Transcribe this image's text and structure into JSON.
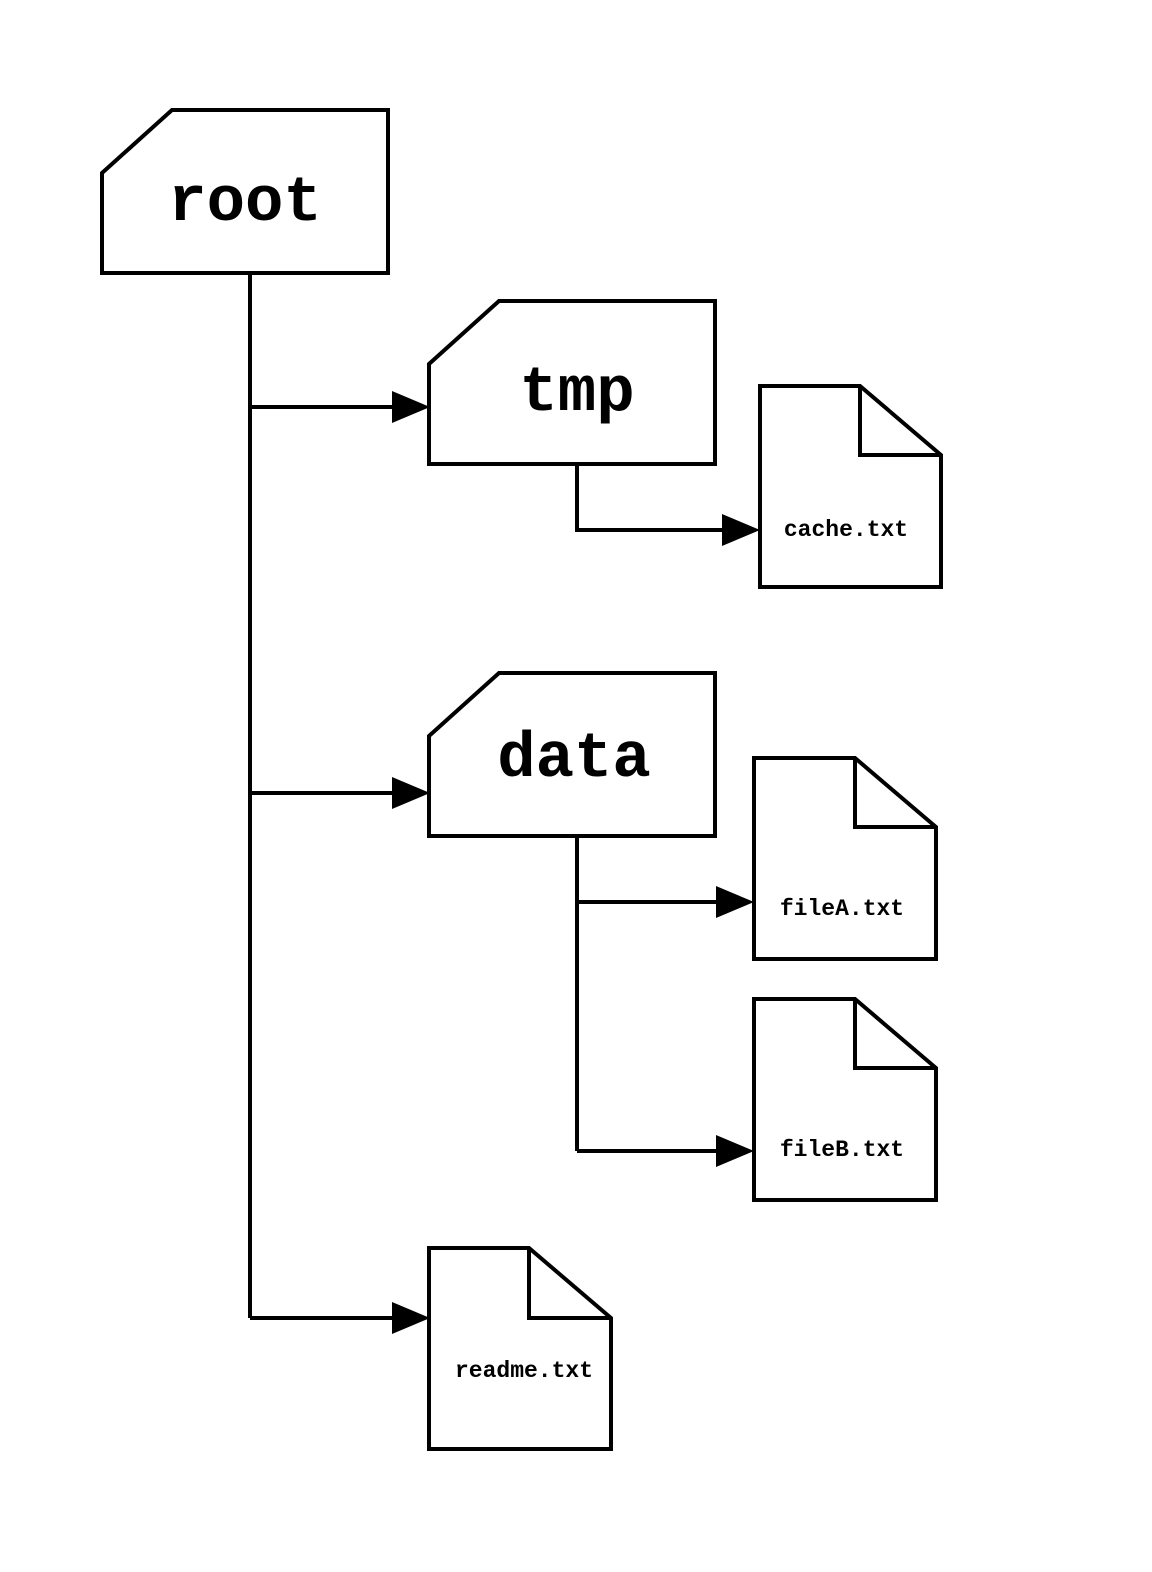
{
  "tree": {
    "root": {
      "label": "root"
    },
    "tmp": {
      "label": "tmp"
    },
    "data": {
      "label": "data"
    },
    "cache": {
      "label": "cache.txt"
    },
    "fileA": {
      "label": "fileA.txt"
    },
    "fileB": {
      "label": "fileB.txt"
    },
    "readme": {
      "label": "readme.txt"
    }
  },
  "colors": {
    "stroke": "#000000",
    "background": "#ffffff"
  }
}
